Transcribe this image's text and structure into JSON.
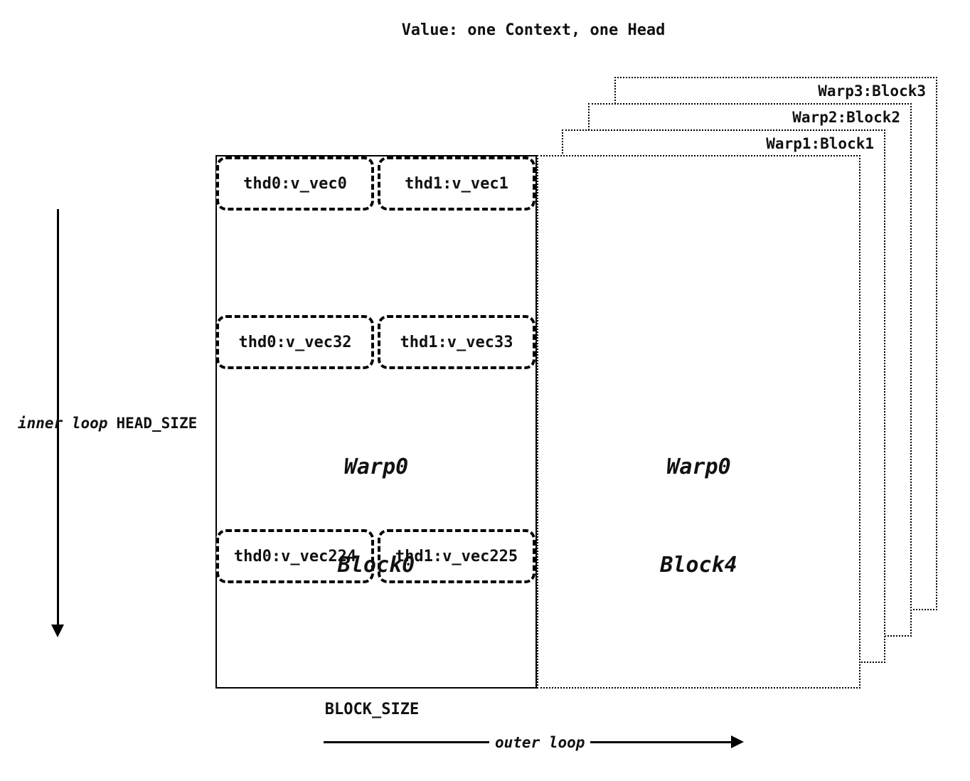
{
  "title": "Value: one Context, one Head",
  "main_block": {
    "line1": "Warp0",
    "line2": "Block0"
  },
  "front_block": {
    "line1": "Warp0",
    "line2": "Block4"
  },
  "stacked_blocks": [
    {
      "label": "Warp1:Block1"
    },
    {
      "label": "Warp2:Block2"
    },
    {
      "label": "Warp3:Block3"
    }
  ],
  "thread_rows": [
    {
      "left": "thd0:v_vec0",
      "right": "thd1:v_vec1"
    },
    {
      "left": "thd0:v_vec32",
      "right": "thd1:v_vec33"
    },
    {
      "left": "thd0:v_vec224",
      "right": "thd1:v_vec225"
    }
  ],
  "labels": {
    "inner_loop": "inner loop",
    "head_size": "HEAD_SIZE",
    "block_size": "BLOCK_SIZE",
    "outer_loop": "outer loop"
  },
  "colors": {
    "line": "#000000",
    "background": "#ffffff"
  }
}
